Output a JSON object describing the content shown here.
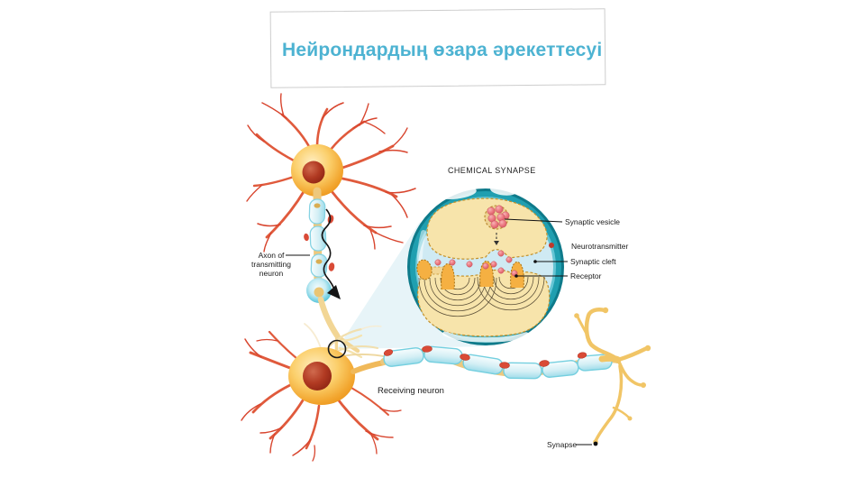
{
  "slide": {
    "title": "Нейрондардың өзара әрекеттесуі"
  },
  "diagram": {
    "inset_title": "CHEMICAL SYNAPSE",
    "labels": {
      "synaptic_vesicle": "Synaptic vesicle",
      "neurotransmitter": "Neurotransmitter",
      "synaptic_cleft": "Synaptic cleft",
      "receptor": "Receptor",
      "axon_label_line1": "Axon of",
      "axon_label_line2": "transmitting",
      "axon_label_line3": "neuron",
      "receiving_neuron": "Receiving neuron",
      "synapse": "Synapse"
    },
    "colors": {
      "title_text": "#4db3d2",
      "inset_ring_teal": "#209fb0",
      "inset_interior_blue": "#cfeaf3",
      "membrane_tan": "#f7e4ab",
      "membrane_border": "#c3912c",
      "vesicle_pink": "#ee8087",
      "receptor_orange": "#f5b042",
      "soma_orange": "#f7b733",
      "nucleus_red": "#a93222",
      "dendrite_red": "#e05a3c",
      "myelin_blue": "#cdeef5",
      "axon_tan": "#eec87c",
      "schwann_nucleus_red": "#d94a36",
      "label_text": "#1a1a1a"
    }
  }
}
